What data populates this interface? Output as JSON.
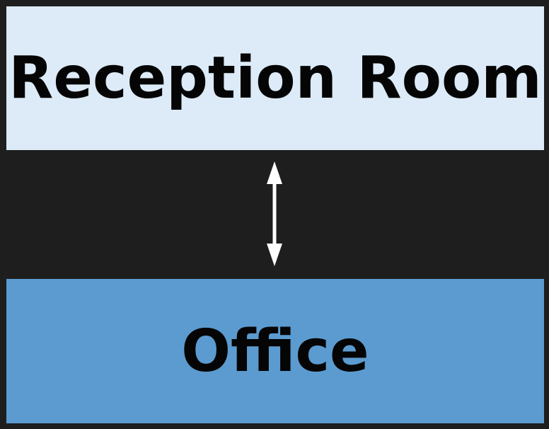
{
  "nodes": {
    "top": {
      "label": "Reception Room",
      "color": "#dcebf7"
    },
    "bottom": {
      "label": "Office",
      "color": "#5b9bd0"
    }
  },
  "edge": {
    "from": "Reception Room",
    "to": "Office",
    "direction": "bidirectional",
    "color": "#ffffff"
  },
  "background": "#1e1e1e"
}
